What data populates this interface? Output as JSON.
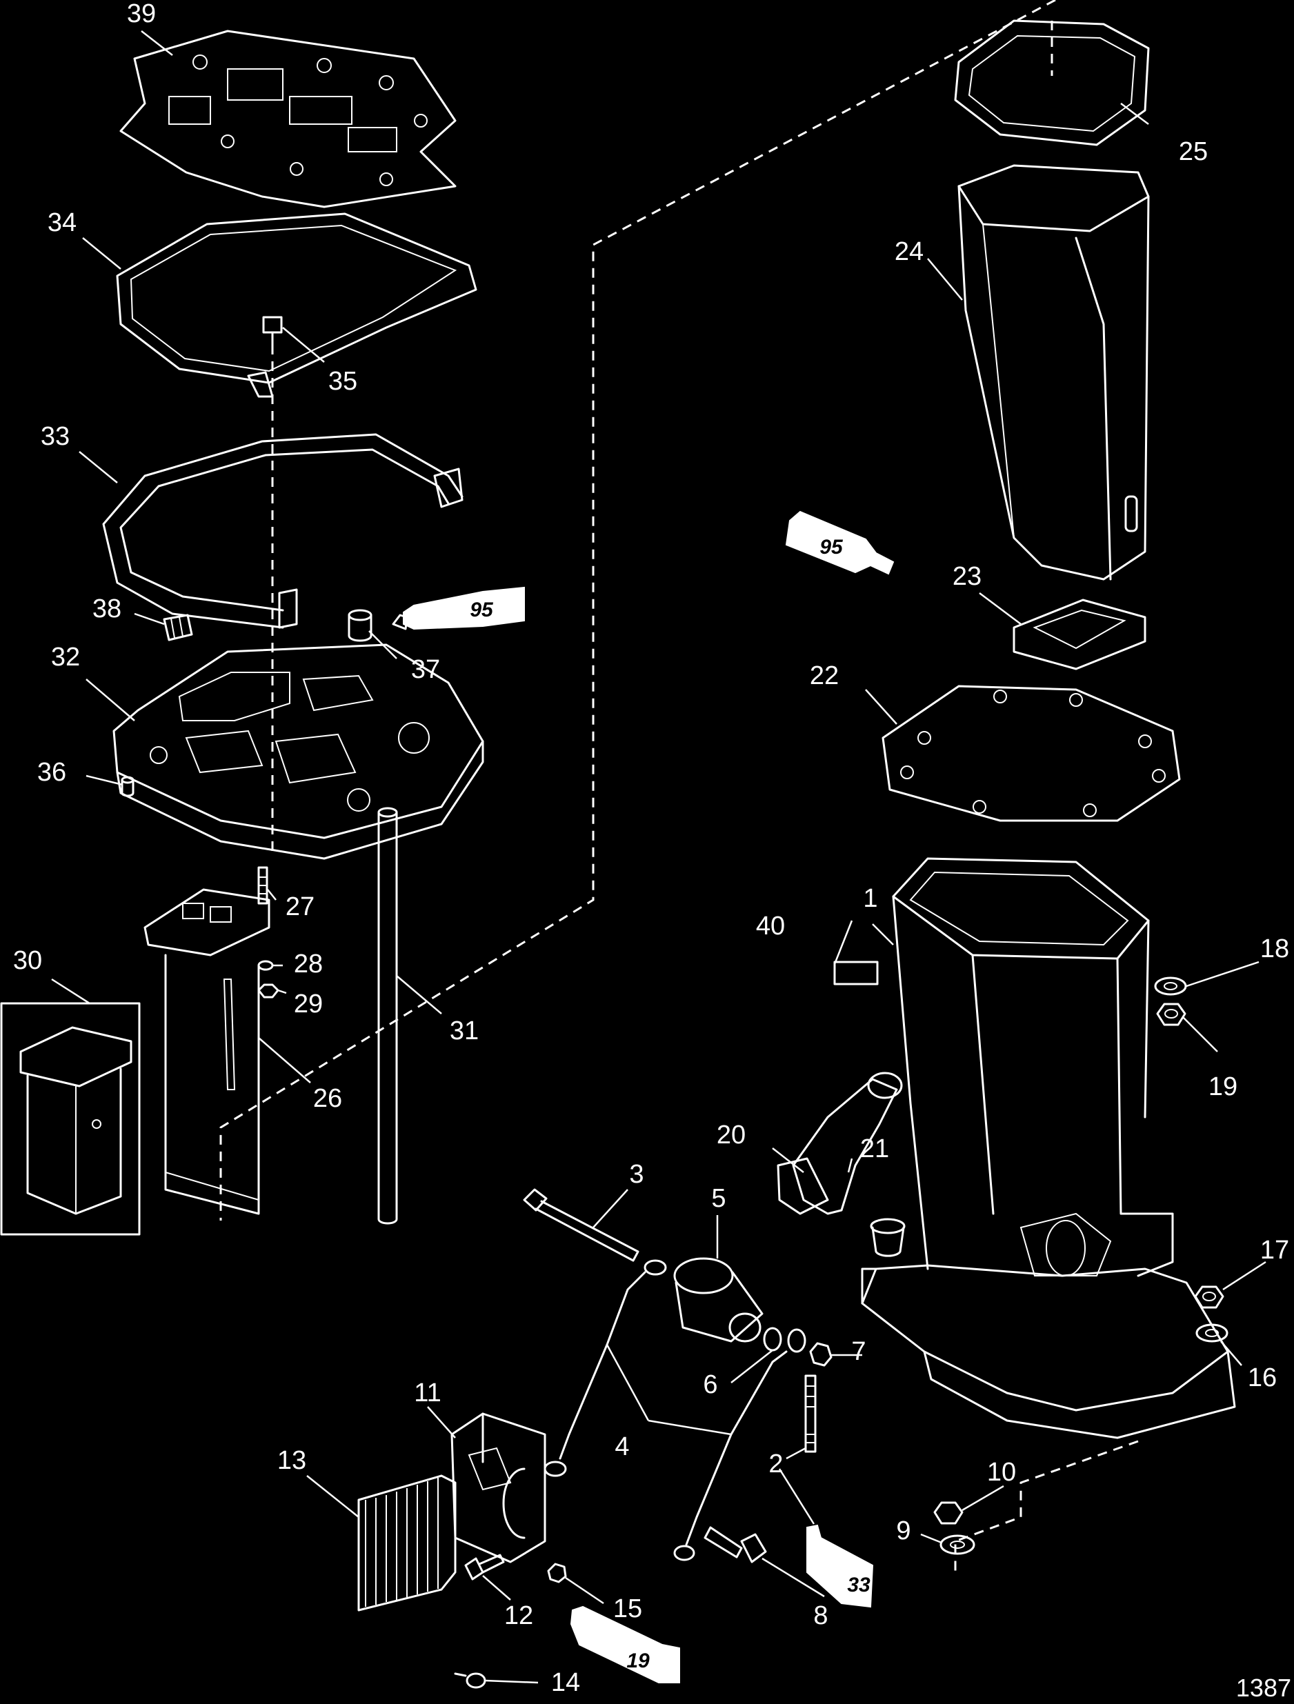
{
  "diagram": {
    "reference_code": "1387",
    "callouts": [
      "1",
      "2",
      "3",
      "4",
      "5",
      "6",
      "7",
      "8",
      "9",
      "10",
      "11",
      "12",
      "13",
      "14",
      "15",
      "16",
      "17",
      "18",
      "19",
      "20",
      "21",
      "22",
      "23",
      "24",
      "25",
      "26",
      "27",
      "28",
      "29",
      "30",
      "31",
      "32",
      "33",
      "34",
      "35",
      "36",
      "37",
      "38",
      "39",
      "40"
    ],
    "sealant_tubes": [
      "95",
      "95",
      "33",
      "19"
    ]
  }
}
